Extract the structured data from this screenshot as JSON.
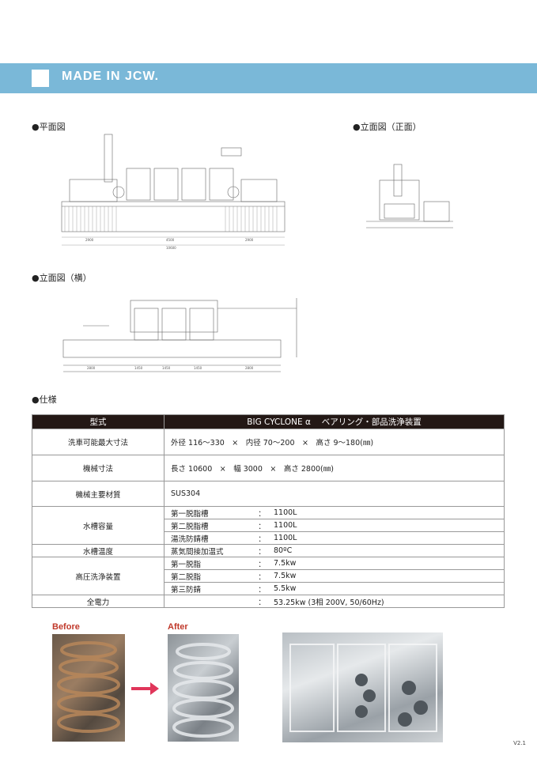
{
  "banner": {
    "title": "MADE IN JCW."
  },
  "sections": {
    "plan": "●平面図",
    "front": "●立面図（正面）",
    "side": "●立面図（横）",
    "spec": "●仕様"
  },
  "drawing_labels": {
    "plan_dims": [
      "2900",
      "4500",
      "2900",
      "10600"
    ],
    "side_dims": [
      "2800",
      "1450",
      "1450",
      "1450",
      "2800"
    ]
  },
  "spec": {
    "header": {
      "label": "型式",
      "value": "BIG CYCLONE α　 ベアリング・部品洗浄装置"
    },
    "rows": [
      {
        "label": "洗車可能最大寸法",
        "value": "外径 116～330　×　内径 70～200　×　高さ 9～180(㎜)"
      },
      {
        "label": "機械寸法",
        "value": "長さ 10600　×　幅 3000　×　高さ 2800(㎜)"
      },
      {
        "label": "機械主要材質",
        "value": "SUS304"
      }
    ],
    "tank": {
      "label": "水槽容量",
      "items": [
        {
          "name": "第一脱脂槽",
          "colon": "：",
          "value": "1100L"
        },
        {
          "name": "第二脱脂槽",
          "colon": "：",
          "value": "1100L"
        },
        {
          "name": "湯洗防錆槽",
          "colon": "：",
          "value": "1100L"
        }
      ]
    },
    "temp": {
      "label": "水槽温度",
      "name": "蒸気間接加温式",
      "colon": "：",
      "value": "80ºC"
    },
    "pressure": {
      "label": "高圧洗浄装置",
      "items": [
        {
          "name": "第一脱脂",
          "colon": "：",
          "value": "7.5kw"
        },
        {
          "name": "第二脱脂",
          "colon": "：",
          "value": "7.5kw"
        },
        {
          "name": "第三防錆",
          "colon": "：",
          "value": "5.5kw"
        }
      ]
    },
    "power": {
      "label": "全電力",
      "colon": "：",
      "value": "53.25kw (3相 200V, 50/60Hz)"
    }
  },
  "photos": {
    "before": "Before",
    "after": "After"
  },
  "version": "V2.1"
}
